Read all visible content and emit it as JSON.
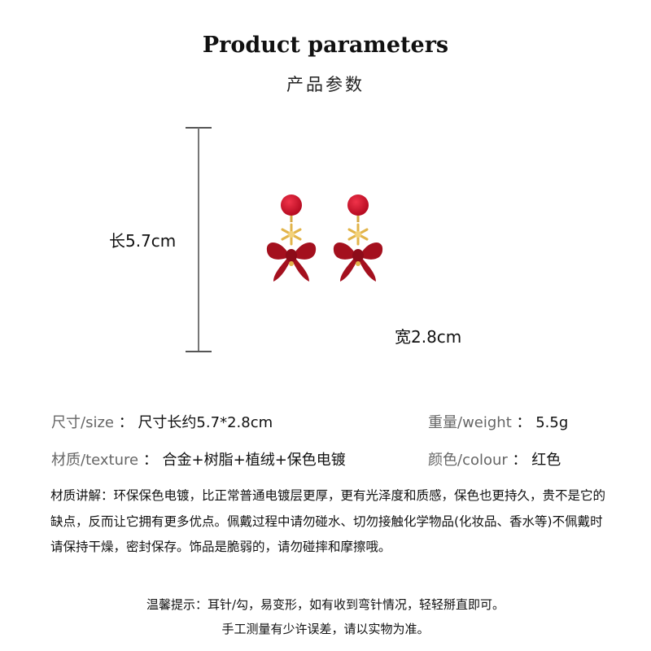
{
  "header": {
    "title_en": "Product parameters",
    "title_cn": "产品参数"
  },
  "dimensions": {
    "length_label": "长5.7cm",
    "width_label": "宽2.8cm"
  },
  "product_image": {
    "icon": "red-bow-earrings-icon",
    "colors": {
      "bead": "#c8102e",
      "bow": "#a4101e",
      "charm": "#e2b44a"
    }
  },
  "specs": {
    "size": {
      "key": "尺寸/size",
      "sep": "：",
      "value": "尺寸长约5.7*2.8cm"
    },
    "weight": {
      "key": "重量/weight",
      "sep": "：",
      "value": "5.5g"
    },
    "texture": {
      "key": "材质/texture",
      "sep": "：",
      "value": "合金+树脂+植绒+保色电镀"
    },
    "colour": {
      "key": "颜色/colour",
      "sep": "：",
      "value": "红色"
    }
  },
  "description": "材质讲解：环保保色电镀，比正常普通电镀层更厚，更有光泽度和质感，保色也更持久，贵不是它的缺点，反而让它拥有更多优点。佩戴过程中请勿碰水、切勿接触化学物品(化妆品、香水等)不佩戴时请保持干燥，密封保存。饰品是脆弱的，请勿碰摔和摩擦哦。",
  "tips": {
    "line1": "温馨提示：耳针/勾，易变形，如有收到弯针情况，轻轻掰直即可。",
    "line2": "手工测量有少许误差，请以实物为准。"
  }
}
